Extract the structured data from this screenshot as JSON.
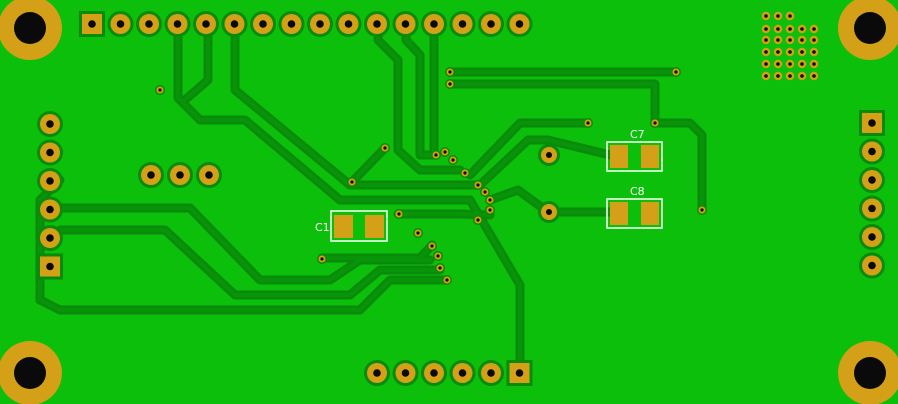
{
  "colors": {
    "board": "#0bbf0b",
    "trace": "#089408",
    "clearance": "#0a8a0a",
    "pad": "#d4a017",
    "hole": "#0a0a0a",
    "silkscreen": "#ffffff"
  },
  "components": {
    "c1": {
      "label": "C1"
    },
    "c7": {
      "label": "C7"
    },
    "c8": {
      "label": "C8"
    }
  }
}
